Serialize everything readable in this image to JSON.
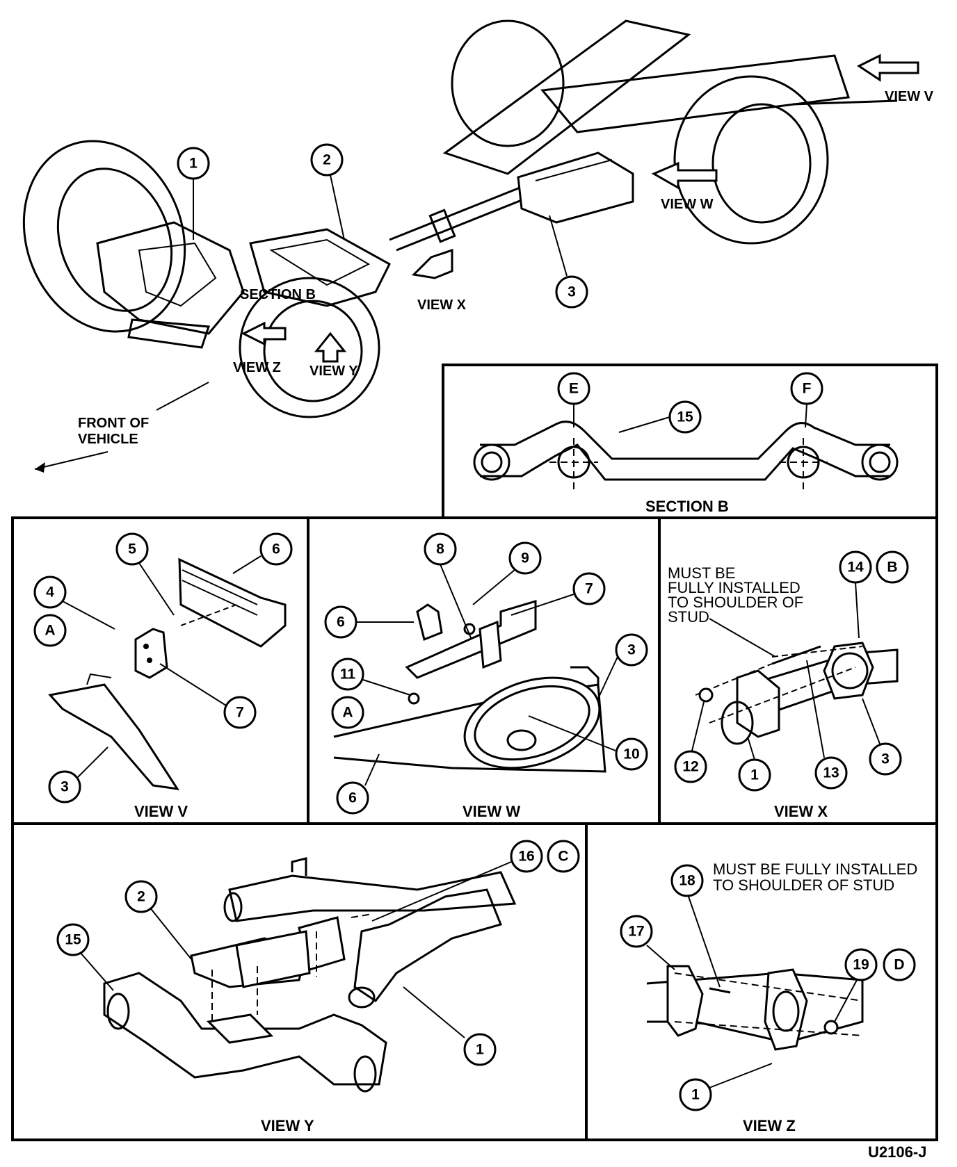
{
  "overview": {
    "labels": {
      "section_b": "SECTION B",
      "view_x": "VIEW X",
      "view_z": "VIEW Z",
      "view_y": "VIEW Y",
      "view_v": "VIEW V",
      "view_w": "VIEW W",
      "front_line1": "FRONT OF",
      "front_line2": "VEHICLE"
    },
    "callouts": [
      "1",
      "2",
      "3"
    ]
  },
  "section_b": {
    "caption": "SECTION B",
    "callouts": [
      "E",
      "F",
      "15"
    ]
  },
  "view_v": {
    "caption": "VIEW V",
    "callouts": [
      "5",
      "6",
      "4",
      "A",
      "7",
      "3"
    ]
  },
  "view_w": {
    "caption": "VIEW W",
    "callouts": [
      "8",
      "9",
      "7",
      "6",
      "3",
      "11",
      "A",
      "10",
      "6"
    ]
  },
  "view_x": {
    "caption": "VIEW X",
    "note": [
      "MUST BE",
      "FULLY INSTALLED",
      "TO SHOULDER OF",
      "STUD"
    ],
    "callouts": [
      "14",
      "B",
      "12",
      "1",
      "13",
      "3"
    ]
  },
  "view_y": {
    "caption": "VIEW Y",
    "callouts": [
      "16",
      "C",
      "2",
      "15",
      "1"
    ]
  },
  "view_z": {
    "caption": "VIEW Z",
    "note": [
      "MUST BE FULLY INSTALLED",
      "TO SHOULDER OF STUD"
    ],
    "callouts": [
      "18",
      "17",
      "19",
      "D",
      "1"
    ]
  },
  "figure_id": "U2106-J"
}
